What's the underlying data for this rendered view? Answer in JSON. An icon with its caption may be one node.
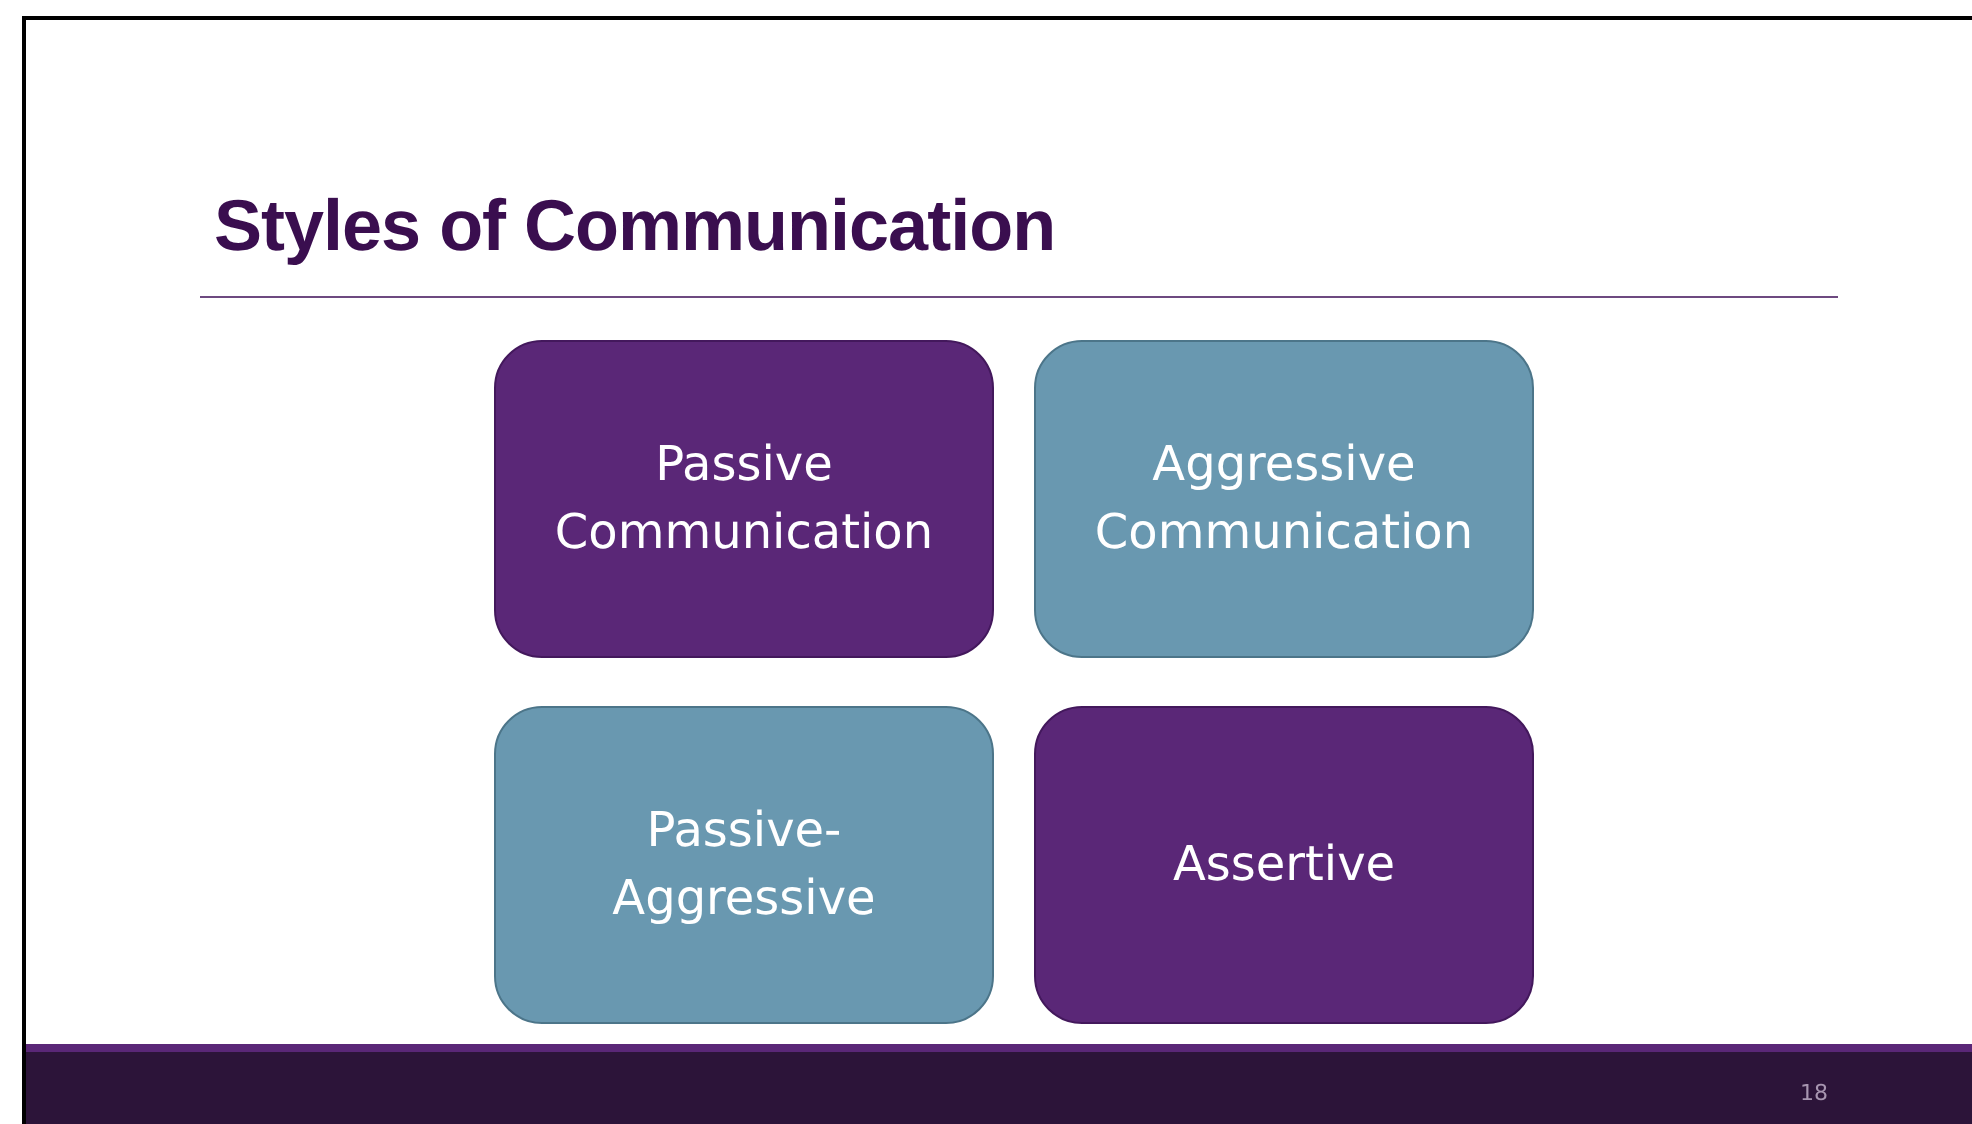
{
  "diagram": {
    "title": "Styles of Communication",
    "nodes": [
      {
        "text": [
          "Passive Communication"
        ]
      },
      {
        "text": [
          "Aggressive Communication"
        ]
      },
      {
        "text": [
          "Passive-Aggressive"
        ]
      },
      {
        "text": [
          "Assertive"
        ]
      }
    ],
    "labels": [
      "18"
    ]
  }
}
